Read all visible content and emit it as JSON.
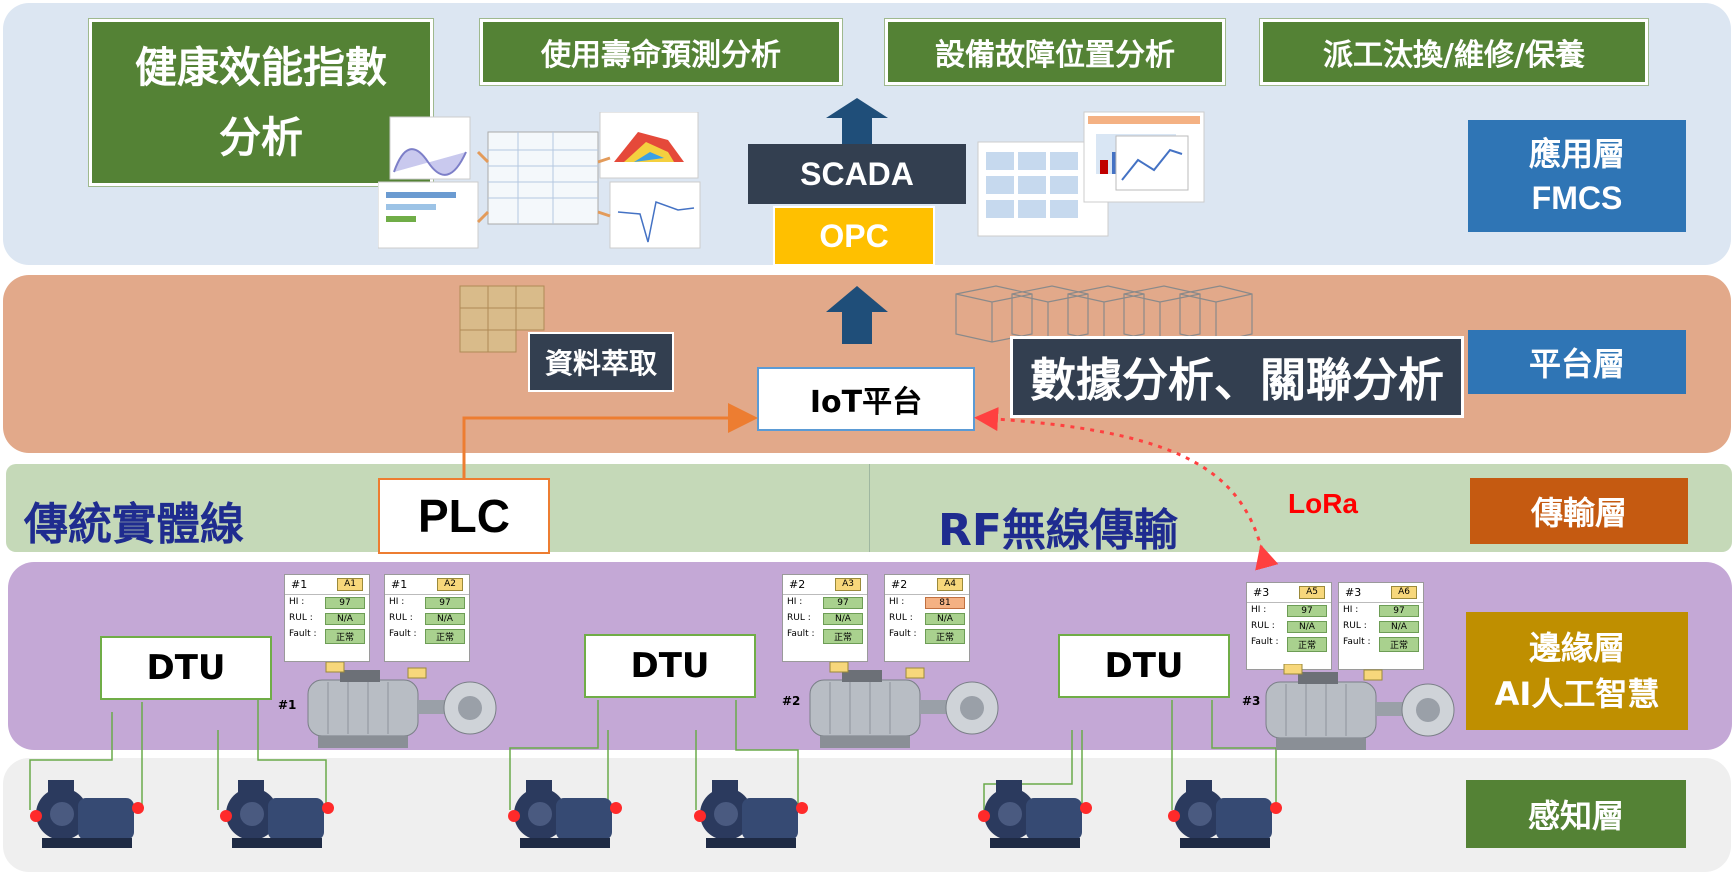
{
  "layers": {
    "application": {
      "label_line1": "應用層",
      "label_line2": "FMCS",
      "color": "#dce6f2"
    },
    "platform": {
      "label": "平台層",
      "color": "#e2a98a"
    },
    "transport": {
      "label": "傳輸層",
      "color": "#c5d9b8"
    },
    "edge": {
      "label_line1": "邊緣層",
      "label_line2": "AI人工智慧",
      "color": "#c4a8d6"
    },
    "sensing": {
      "label": "感知層",
      "color": "#efefef"
    }
  },
  "application": {
    "health_line1": "健康效能指數",
    "health_line2": "分析",
    "rul": "使用壽命預測分析",
    "fault": "設備故障位置分析",
    "dispatch": "派工汰換/維修/保養",
    "scada": "SCADA",
    "opc": "OPC"
  },
  "platform": {
    "extract": "資料萃取",
    "iot": "IoT平台",
    "analysis": "數據分析、關聯分析"
  },
  "transport": {
    "wired": "傳統實體線",
    "plc": "PLC",
    "rf": "RF無線傳輸",
    "lora": "LoRa"
  },
  "edge": {
    "dtu": "DTU",
    "motor_labels": [
      "#1",
      "#2",
      "#3"
    ],
    "cards": [
      {
        "id": "#1",
        "tag": "A1",
        "hi": "97",
        "rul": "N/A",
        "fault": "正常"
      },
      {
        "id": "#1",
        "tag": "A2",
        "hi": "97",
        "rul": "N/A",
        "fault": "正常"
      },
      {
        "id": "#2",
        "tag": "A3",
        "hi": "97",
        "rul": "N/A",
        "fault": "正常"
      },
      {
        "id": "#2",
        "tag": "A4",
        "hi": "81",
        "rul": "N/A",
        "fault": "正常"
      },
      {
        "id": "#3",
        "tag": "A5",
        "hi": "97",
        "rul": "N/A",
        "fault": "正常"
      },
      {
        "id": "#3",
        "tag": "A6",
        "hi": "97",
        "rul": "N/A",
        "fault": "正常"
      }
    ],
    "row_labels": {
      "hi": "HI :",
      "rul": "RUL :",
      "fault": "Fault :"
    }
  },
  "colors": {
    "dark_navy": "#333f50",
    "arrow_blue": "#1f4e79",
    "opc_yellow": "#ffc000",
    "plc_orange": "#ed7d31",
    "lora_red": "#ff0000",
    "transport_tag": "#c55a11",
    "edge_tag": "#bf8f00",
    "text_navy": "#1f2c8f"
  }
}
